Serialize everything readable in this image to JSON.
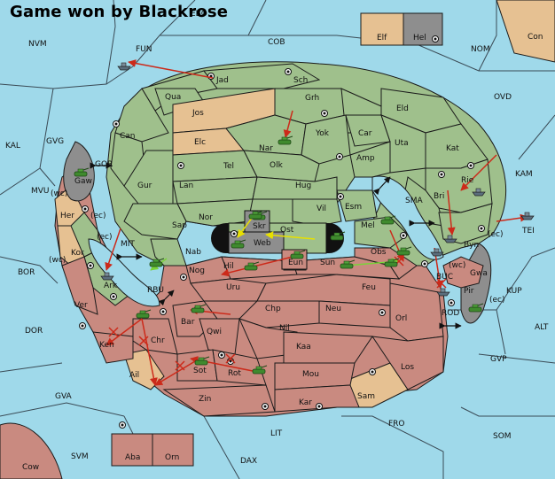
{
  "title": "Game won by Blackrose",
  "colors": {
    "sea": "#9fd9ea",
    "green": "#9fc08c",
    "tan": "#e6c192",
    "red": "#c98a80",
    "gray": "#8e8e8e",
    "border": "#1a1a1a"
  },
  "labels": [
    {
      "id": "ebo",
      "text": "EBO"
    },
    {
      "id": "fun",
      "text": "FUN"
    },
    {
      "id": "nvm",
      "text": "NVM"
    },
    {
      "id": "cob",
      "text": "COB"
    },
    {
      "id": "nom",
      "text": "NOM"
    },
    {
      "id": "con",
      "text": "Con"
    },
    {
      "id": "elf",
      "text": "Elf"
    },
    {
      "id": "hel",
      "text": "Hel"
    },
    {
      "id": "ovd",
      "text": "OVD"
    },
    {
      "id": "jad",
      "text": "Jad"
    },
    {
      "id": "sch",
      "text": "Sch"
    },
    {
      "id": "qua",
      "text": "Qua"
    },
    {
      "id": "jos",
      "text": "Jos"
    },
    {
      "id": "grh",
      "text": "Grh"
    },
    {
      "id": "eld",
      "text": "Eld"
    },
    {
      "id": "can",
      "text": "Can"
    },
    {
      "id": "elc",
      "text": "Elc"
    },
    {
      "id": "nar",
      "text": "Nar"
    },
    {
      "id": "yok",
      "text": "Yok"
    },
    {
      "id": "car",
      "text": "Car"
    },
    {
      "id": "uta",
      "text": "Uta"
    },
    {
      "id": "kat",
      "text": "Kat"
    },
    {
      "id": "kal",
      "text": "KAL"
    },
    {
      "id": "gvg",
      "text": "GVG"
    },
    {
      "id": "gor",
      "text": "GOR"
    },
    {
      "id": "tel",
      "text": "Tel"
    },
    {
      "id": "olk",
      "text": "Olk"
    },
    {
      "id": "amp",
      "text": "Amp"
    },
    {
      "id": "kam",
      "text": "KAM"
    },
    {
      "id": "gaw",
      "text": "Gaw"
    },
    {
      "id": "gur",
      "text": "Gur"
    },
    {
      "id": "lan",
      "text": "Lan"
    },
    {
      "id": "hug",
      "text": "Hug"
    },
    {
      "id": "rie",
      "text": "Rie"
    },
    {
      "id": "bri",
      "text": "Bri"
    },
    {
      "id": "wc1",
      "text": "(wc)"
    },
    {
      "id": "mvu",
      "text": "MVU"
    },
    {
      "id": "her",
      "text": "Her"
    },
    {
      "id": "ec1",
      "text": "(ec)"
    },
    {
      "id": "nor",
      "text": "Nor"
    },
    {
      "id": "skr",
      "text": "Skr"
    },
    {
      "id": "vil",
      "text": "Vil"
    },
    {
      "id": "esm",
      "text": "Esm"
    },
    {
      "id": "sma",
      "text": "SMA"
    },
    {
      "id": "sap",
      "text": "Sap"
    },
    {
      "id": "ost",
      "text": "Ost"
    },
    {
      "id": "mel",
      "text": "Mel"
    },
    {
      "id": "web",
      "text": "Web"
    },
    {
      "id": "byn",
      "text": "Byn"
    },
    {
      "id": "tei",
      "text": "TEI"
    },
    {
      "id": "ec2",
      "text": "(ec)"
    },
    {
      "id": "ec3",
      "text": "(ec)"
    },
    {
      "id": "kor",
      "text": "Kor"
    },
    {
      "id": "mit",
      "text": "MIT"
    },
    {
      "id": "wc2",
      "text": "(wc)"
    },
    {
      "id": "nab",
      "text": "Nab"
    },
    {
      "id": "eun",
      "text": "Eun"
    },
    {
      "id": "obs",
      "text": "Obs"
    },
    {
      "id": "sun",
      "text": "Sun"
    },
    {
      "id": "wc3",
      "text": "(wc)"
    },
    {
      "id": "bor",
      "text": "BOR"
    },
    {
      "id": "hil",
      "text": "Hil"
    },
    {
      "id": "nog",
      "text": "Nog"
    },
    {
      "id": "gwa",
      "text": "Gwa"
    },
    {
      "id": "ark",
      "text": "Ark"
    },
    {
      "id": "rbu",
      "text": "RBU"
    },
    {
      "id": "uru",
      "text": "Uru"
    },
    {
      "id": "feu",
      "text": "Feu"
    },
    {
      "id": "buc",
      "text": "BUC"
    },
    {
      "id": "ec4",
      "text": "(ec)"
    },
    {
      "id": "kup",
      "text": "KUP"
    },
    {
      "id": "pir",
      "text": "Pir"
    },
    {
      "id": "ver",
      "text": "Ver"
    },
    {
      "id": "chp",
      "text": "Chp"
    },
    {
      "id": "neu",
      "text": "Neu"
    },
    {
      "id": "orl",
      "text": "Orl"
    },
    {
      "id": "rod",
      "text": "ROD"
    },
    {
      "id": "bar",
      "text": "Bar"
    },
    {
      "id": "dor",
      "text": "DOR"
    },
    {
      "id": "qwi",
      "text": "Qwi"
    },
    {
      "id": "nil",
      "text": "Nil"
    },
    {
      "id": "alt",
      "text": "ALT"
    },
    {
      "id": "ken",
      "text": "Ken"
    },
    {
      "id": "chr",
      "text": "Chr"
    },
    {
      "id": "kaa",
      "text": "Kaa"
    },
    {
      "id": "gvp",
      "text": "GVP"
    },
    {
      "id": "ail",
      "text": "Ail"
    },
    {
      "id": "sot",
      "text": "Sot"
    },
    {
      "id": "rot",
      "text": "Rot"
    },
    {
      "id": "mou",
      "text": "Mou"
    },
    {
      "id": "los",
      "text": "Los"
    },
    {
      "id": "gva",
      "text": "GVA"
    },
    {
      "id": "sam",
      "text": "Sam"
    },
    {
      "id": "zin",
      "text": "Zin"
    },
    {
      "id": "kar",
      "text": "Kar"
    },
    {
      "id": "fro",
      "text": "FRO"
    },
    {
      "id": "lit",
      "text": "LIT"
    },
    {
      "id": "som",
      "text": "SOM"
    },
    {
      "id": "aba",
      "text": "Aba"
    },
    {
      "id": "orn",
      "text": "Orn"
    },
    {
      "id": "svm",
      "text": "SVM"
    },
    {
      "id": "dax",
      "text": "DAX"
    },
    {
      "id": "cow",
      "text": "Cow"
    }
  ]
}
